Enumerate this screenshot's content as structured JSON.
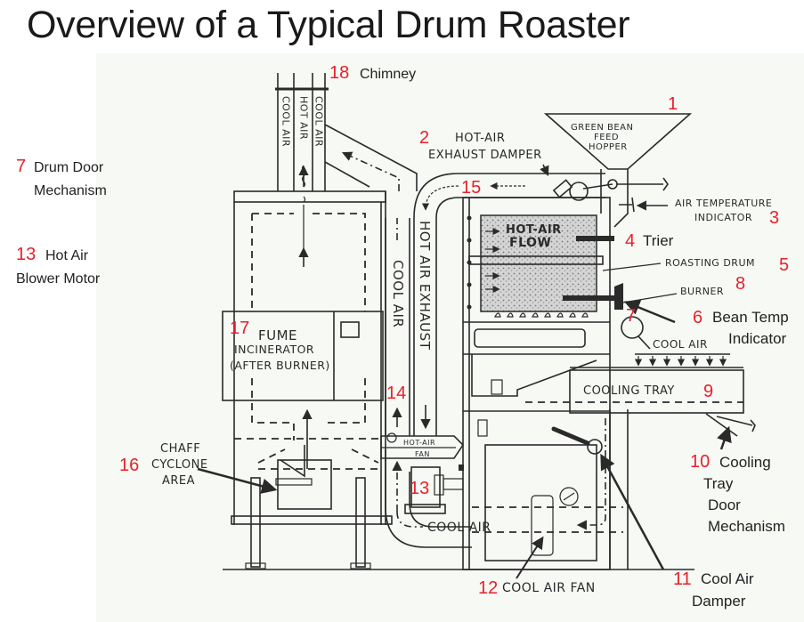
{
  "title": "Overview of a Typical Drum Roaster",
  "colors": {
    "number_red": "#e8202a",
    "caption": "#222222",
    "line": "#2a2a2a",
    "panel_bg": "#f7f9f5"
  },
  "callouts": [
    {
      "num": "1",
      "label": ""
    },
    {
      "num": "2",
      "label": ""
    },
    {
      "num": "3",
      "label": ""
    },
    {
      "num": "4",
      "label": "Trier"
    },
    {
      "num": "5",
      "label": ""
    },
    {
      "num": "6",
      "label": "Bean Temp",
      "label2": "Indicator"
    },
    {
      "num": "7",
      "label": "Drum Door",
      "label2": "Mechanism"
    },
    {
      "num": "8",
      "label": ""
    },
    {
      "num": "9",
      "label": ""
    },
    {
      "num": "10",
      "label": "Cooling",
      "label2": "Tray",
      "label3": "Door",
      "label4": "Mechanism"
    },
    {
      "num": "11",
      "label": "Cool Air",
      "label2": "Damper"
    },
    {
      "num": "12",
      "label": ""
    },
    {
      "num": "13",
      "label": "Hot Air",
      "label2": "Blower Motor"
    },
    {
      "num": "14",
      "label": ""
    },
    {
      "num": "15",
      "label": ""
    },
    {
      "num": "16",
      "label": ""
    },
    {
      "num": "17",
      "label": ""
    },
    {
      "num": "18",
      "label": "Chimney"
    }
  ],
  "drawing_labels": {
    "hopper": [
      "GREEN BEAN",
      "FEED",
      "HOPPER"
    ],
    "exhaust_damper": [
      "HOT-AIR",
      "EXHAUST DAMPER"
    ],
    "air_temp": [
      "AIR TEMPERATURE",
      "INDICATOR"
    ],
    "hot_air_flow": [
      "HOT-AIR",
      "FLOW"
    ],
    "roasting_drum": "ROASTING DRUM",
    "burner": "BURNER",
    "cool_air_top": "COOL AIR",
    "cooling_tray": "COOLING TRAY",
    "fume_incinerator": [
      "FUME",
      "INCINERATOR",
      "(AFTER BURNER)"
    ],
    "chaff_cyclone": [
      "CHAFF",
      "CYCLONE",
      "AREA"
    ],
    "hot_air_fan": [
      "HOT-AIR",
      "FAN"
    ],
    "cool_air_bottom": "COOL AIR",
    "cool_air_fan": "COOL AIR FAN",
    "cool_air_duct": "COOL AIR",
    "hot_air_exhaust_duct": "HOT AIR EXHAUST",
    "chimney_left": "COOL AIR",
    "chimney_mid": "HOT AIR",
    "chimney_right": "COOL AIR"
  }
}
